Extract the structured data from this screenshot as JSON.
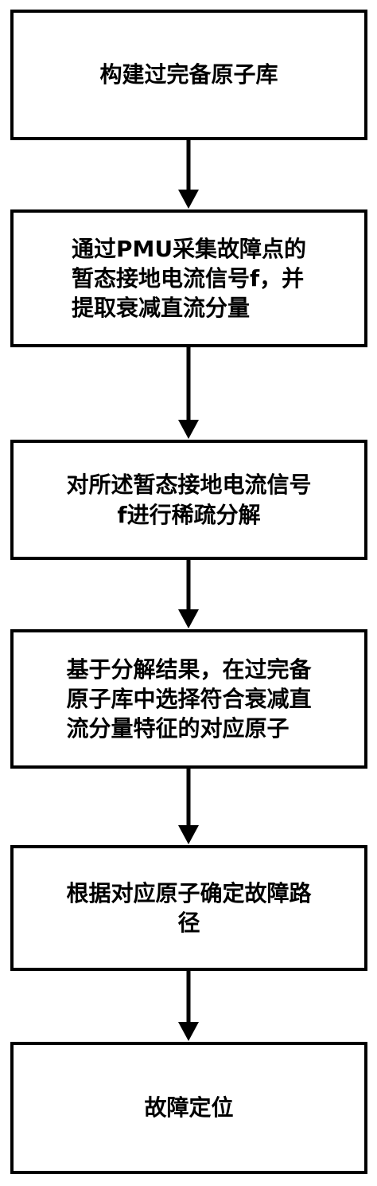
{
  "flowchart": {
    "steps": [
      {
        "id": "build",
        "text": "构建过完备原子库"
      },
      {
        "id": "collect",
        "text": "通过PMU采集故障点的\n暂态接地电流信号f，并\n提取衰减直流分量"
      },
      {
        "id": "decompose",
        "text": "对所述暂态接地电流信号\nf进行稀疏分解"
      },
      {
        "id": "select",
        "text": "基于分解结果，在过完备\n原子库中选择符合衰减直\n流分量特征的对应原子"
      },
      {
        "id": "path",
        "text": "根据对应原子确定故障路\n径"
      },
      {
        "id": "locate",
        "text": "故障定位"
      }
    ]
  },
  "colors": {
    "stroke": "#000000",
    "background": "#ffffff",
    "text": "#000000"
  }
}
